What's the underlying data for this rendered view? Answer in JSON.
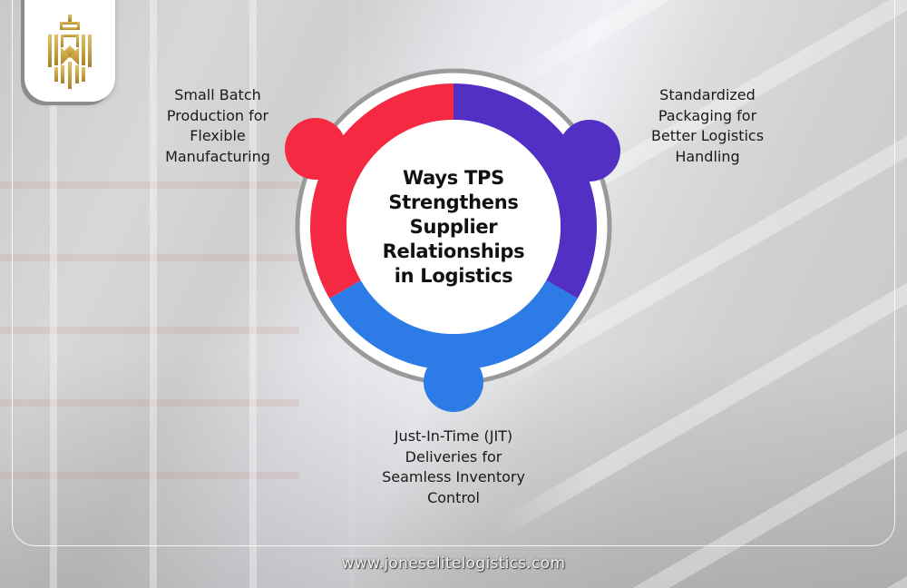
{
  "brand": {
    "logo_icon": "crown-shield-monogram-icon",
    "logo_color": "#C9A441"
  },
  "diagram": {
    "title_lines": [
      "Ways TPS",
      "Strengthens",
      "Supplier",
      "Relationships",
      "in Logistics"
    ],
    "ring_colors": {
      "red": "#F52A42",
      "purple": "#5230C4",
      "blue": "#2D7BE6",
      "outer_border": "#9A9A9A"
    },
    "items": [
      {
        "position": "top-left",
        "color": "#F52A42",
        "lines": [
          "Small Batch",
          "Production for",
          "Flexible",
          "Manufacturing"
        ]
      },
      {
        "position": "top-right",
        "color": "#5230C4",
        "lines": [
          "Standardized",
          "Packaging for",
          "Better Logistics",
          "Handling"
        ]
      },
      {
        "position": "bottom",
        "color": "#2D7BE6",
        "lines": [
          "Just-In-Time (JIT)",
          "Deliveries for",
          "Seamless Inventory",
          "Control"
        ]
      }
    ]
  },
  "footer": {
    "url": "www.joneselitelogistics.com"
  }
}
